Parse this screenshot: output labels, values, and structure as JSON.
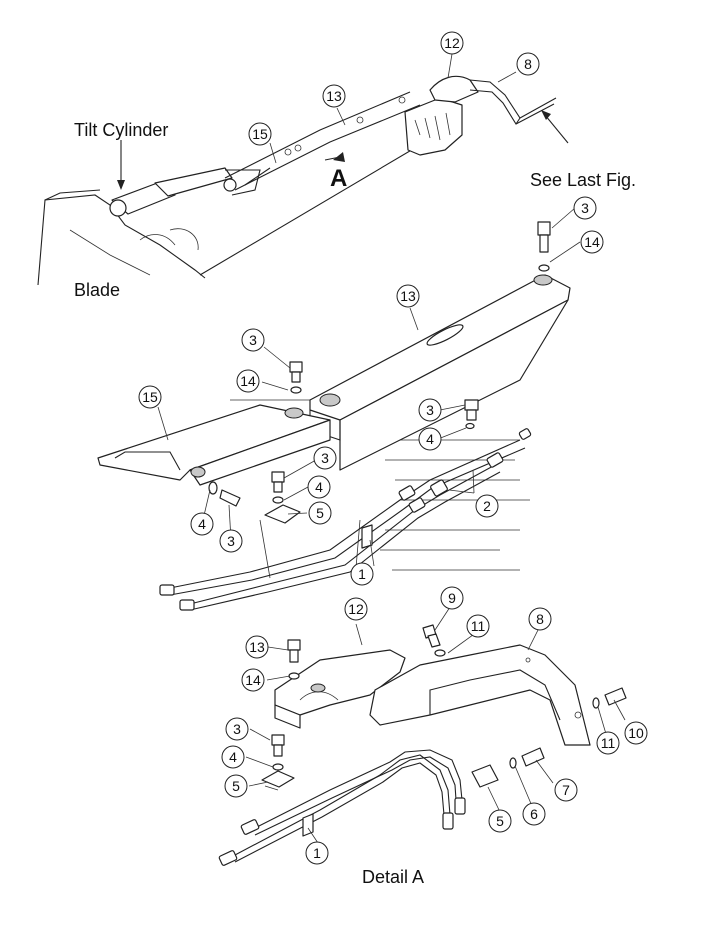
{
  "labels": {
    "tilt_cylinder": "Tilt Cylinder",
    "blade": "Blade",
    "view_a": "A",
    "see_last_fig": "See Last Fig.",
    "detail_a": "Detail A"
  },
  "callouts": {
    "top_12": "12",
    "top_8": "8",
    "top_13": "13",
    "top_15": "15",
    "mid_3a": "3",
    "mid_14a": "14",
    "mid_13": "13",
    "mid_3b": "3",
    "mid_14b": "14",
    "mid_15": "15",
    "mid_3c": "3",
    "mid_4a": "4",
    "mid_3d": "3",
    "mid_4b": "4",
    "mid_5": "5",
    "mid_4c": "4",
    "mid_3e": "3",
    "mid_2": "2",
    "mid_1": "1",
    "det_12": "12",
    "det_9": "9",
    "det_11a": "11",
    "det_8": "8",
    "det_13": "13",
    "det_14": "14",
    "det_3": "3",
    "det_4": "4",
    "det_5a": "5",
    "det_10": "10",
    "det_11b": "11",
    "det_7": "7",
    "det_6": "6",
    "det_5b": "5",
    "det_1": "1"
  }
}
